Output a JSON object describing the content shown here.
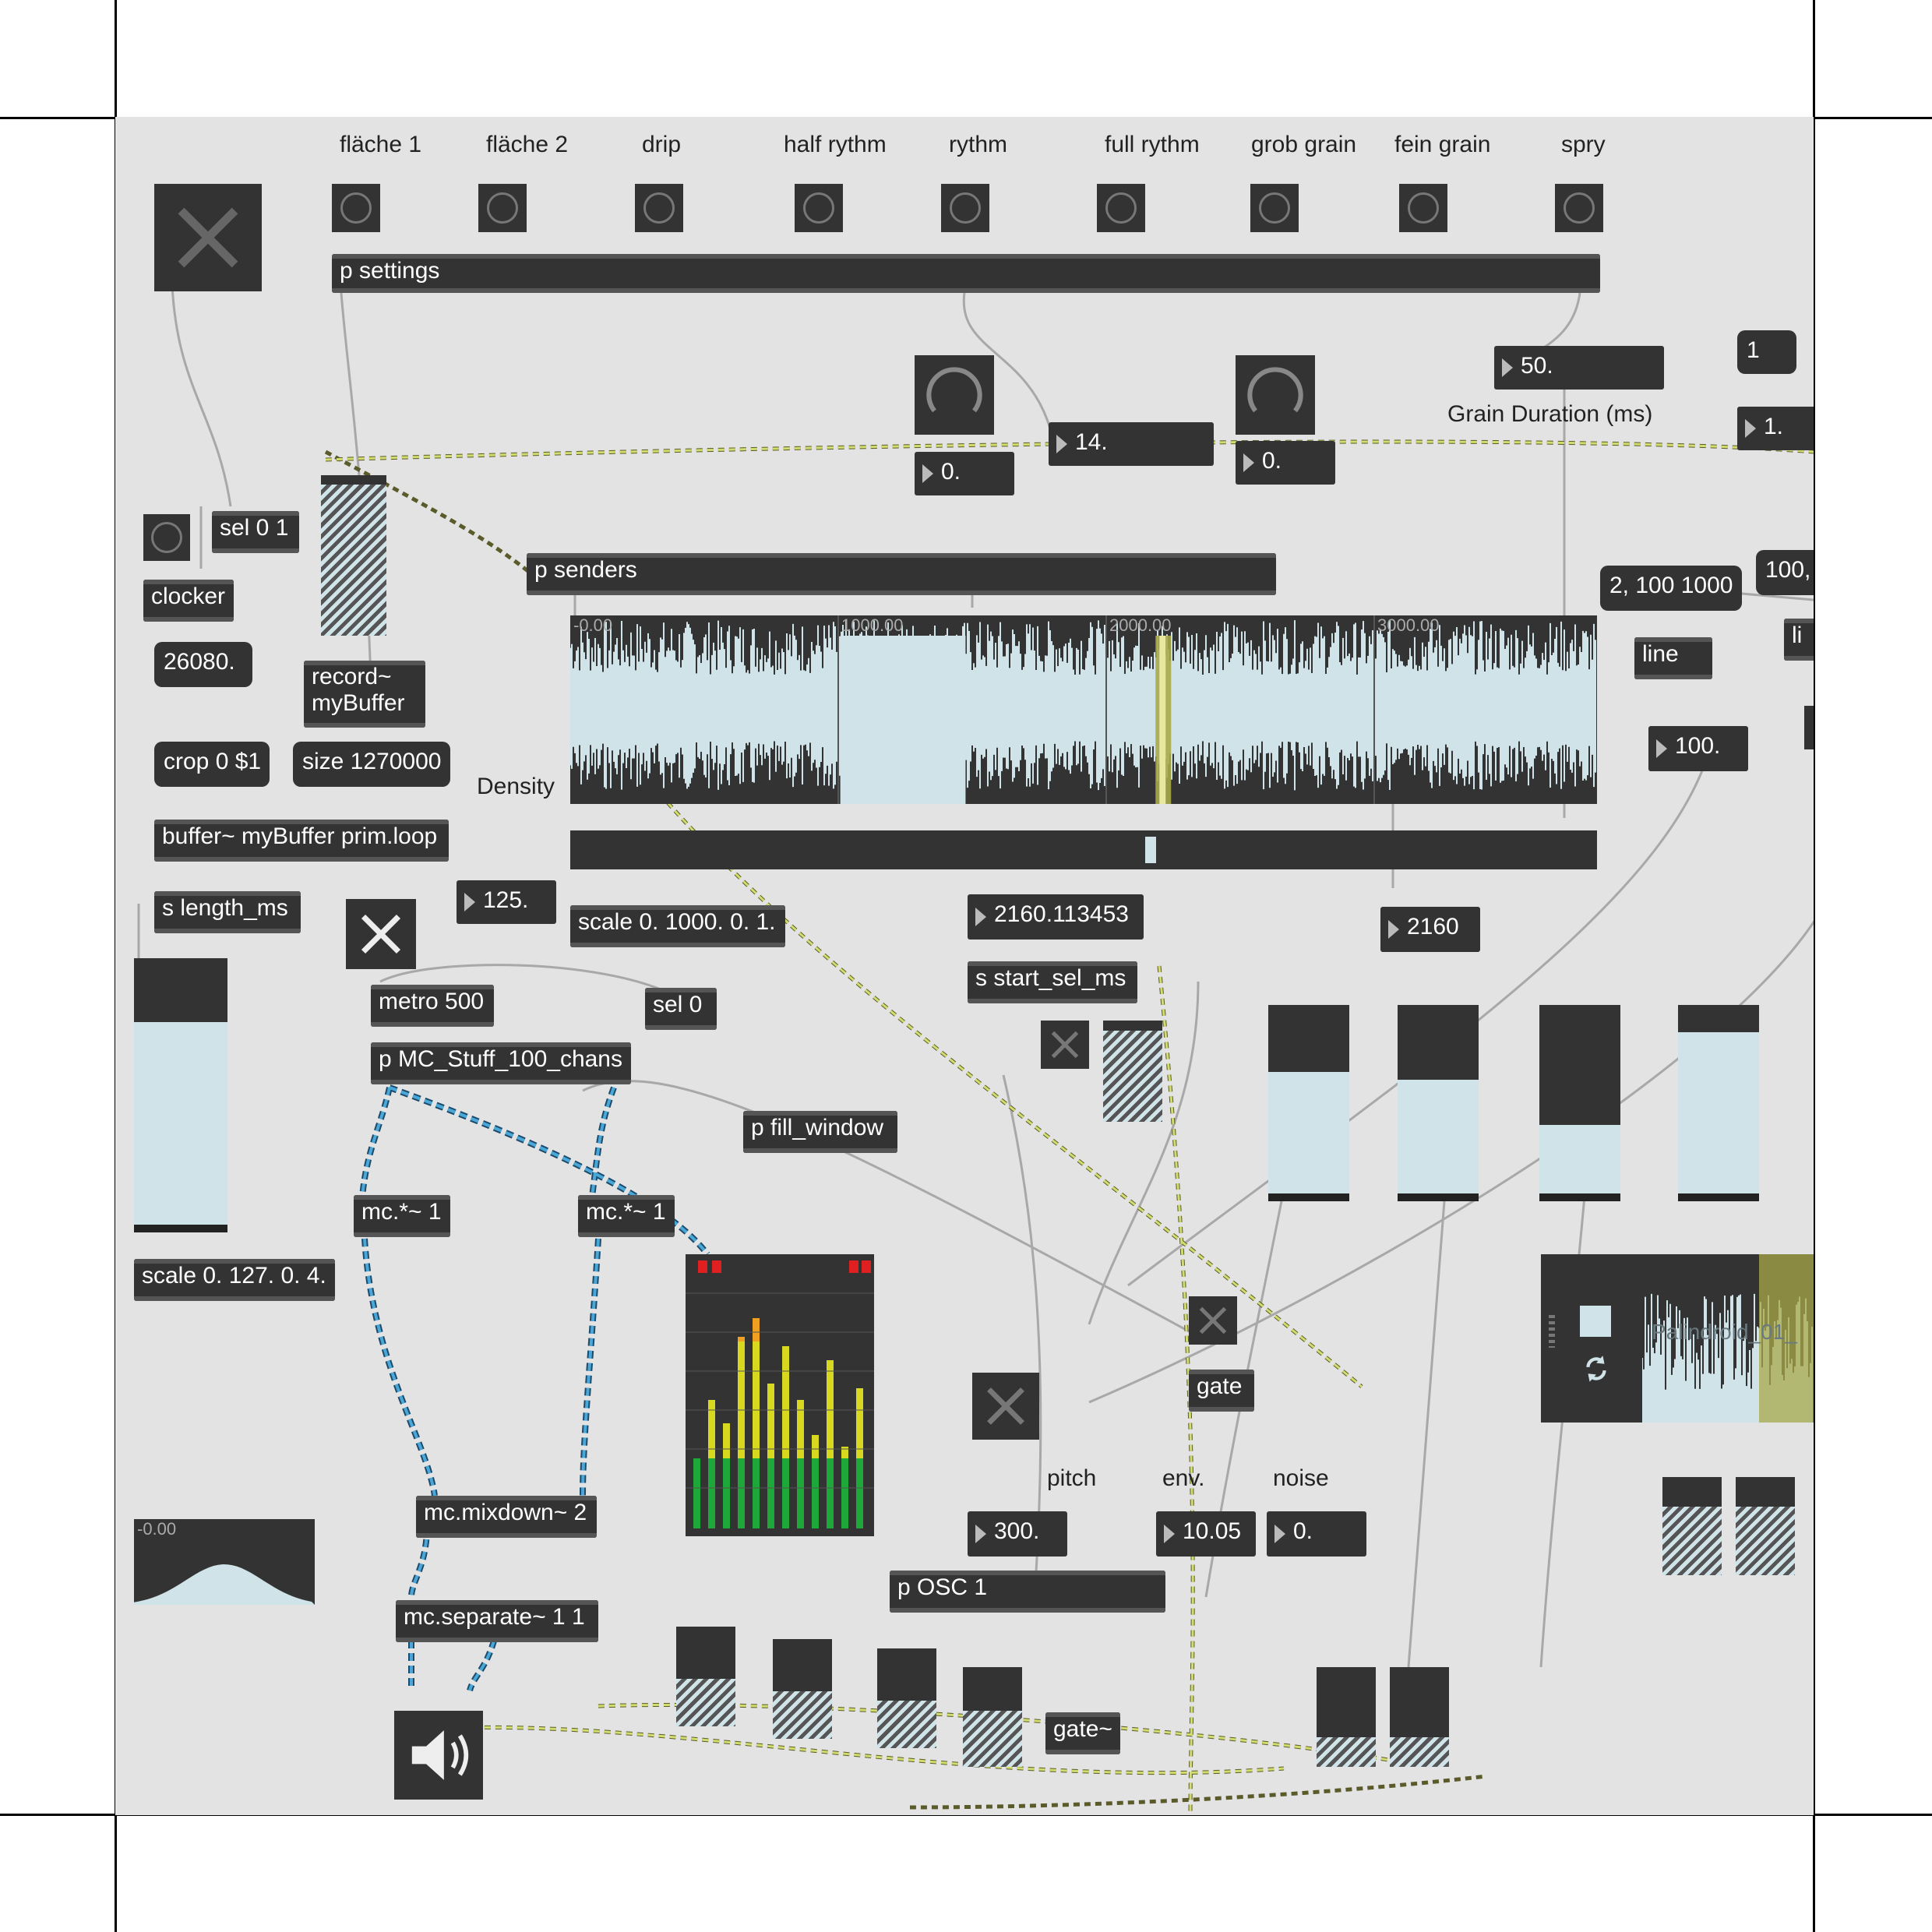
{
  "labels": {
    "flaeche1": "fläche 1",
    "flaeche2": "fläche 2",
    "drip": "drip",
    "half_rythm": "half rythm",
    "rythm": "rythm",
    "full_rythm": "full rythm",
    "grob_grain": "grob grain",
    "fein_grain": "fein grain",
    "spry": "spry",
    "grain_duration": "Grain Duration (ms)",
    "density": "Density",
    "pitch": "pitch",
    "env": "env.",
    "noise": "noise"
  },
  "objects": {
    "p_settings": "p settings",
    "sel01": "sel 0 1",
    "clocker": "clocker",
    "record": "record~ myBuffer",
    "crop": "crop 0 $1",
    "size": "size 1270000",
    "buffer": "buffer~ myBuffer prim.loop",
    "s_length": "s length_ms",
    "p_senders": "p senders",
    "line": "line",
    "scale1000": "scale 0. 1000. 0. 1.",
    "s_start_sel": "s start_sel_ms",
    "sel0": "sel 0",
    "metro": "metro 500",
    "p_mc": "p MC_Stuff_100_chans",
    "p_fill": "p fill_window",
    "mc_times1": "mc.*~ 1",
    "mc_times2": "mc.*~ 1",
    "scale127": "scale 0. 127. 0. 4.",
    "gate": "gate",
    "mc_mixdown": "mc.mixdown~ 2",
    "mc_separate": "mc.separate~ 1 1",
    "p_osc": "p OSC 1",
    "gate_sig": "gate~",
    "line_partial": "li"
  },
  "messages": {
    "m26080": "26080.",
    "m2_100_1000": "2, 100 1000",
    "m100_partial": "100,",
    "m1": "1"
  },
  "numbers": {
    "grain_duration": "50.",
    "n14": "14.",
    "dial1_value": "0.",
    "dial2_value": "0.",
    "n1": "1.",
    "n125": "125.",
    "start_ms": "2160.113453",
    "start_int": "2160",
    "n100": "100.",
    "pitch": "300.",
    "env": "10.05",
    "noise": "0."
  },
  "waveform": {
    "ticks": [
      "-0.00",
      "1000.00",
      "2000.00",
      "3000.00"
    ],
    "selection_start": 0.263,
    "selection_end": 0.385,
    "playhead": 0.57,
    "scrub_position": 0.56
  },
  "envelope_display": {
    "tick": "-0.00"
  },
  "waveform_mini": {
    "filename": "Palindroid_01_"
  },
  "sliders": {
    "left_level": 0.78,
    "s1": 0.62,
    "s2": 0.58,
    "s3": 0.35,
    "s4": 0.82
  },
  "colors": {
    "canvas": "#e3e3e3",
    "object": "#333333",
    "waveform": "#cfe3e8",
    "mc_wire": "#4aa8d8",
    "signal_wire": "#c8d860",
    "meter_green": "#1fa83a",
    "meter_yellow": "#d8d820",
    "meter_orange": "#f0a020",
    "meter_red": "#e02020"
  }
}
